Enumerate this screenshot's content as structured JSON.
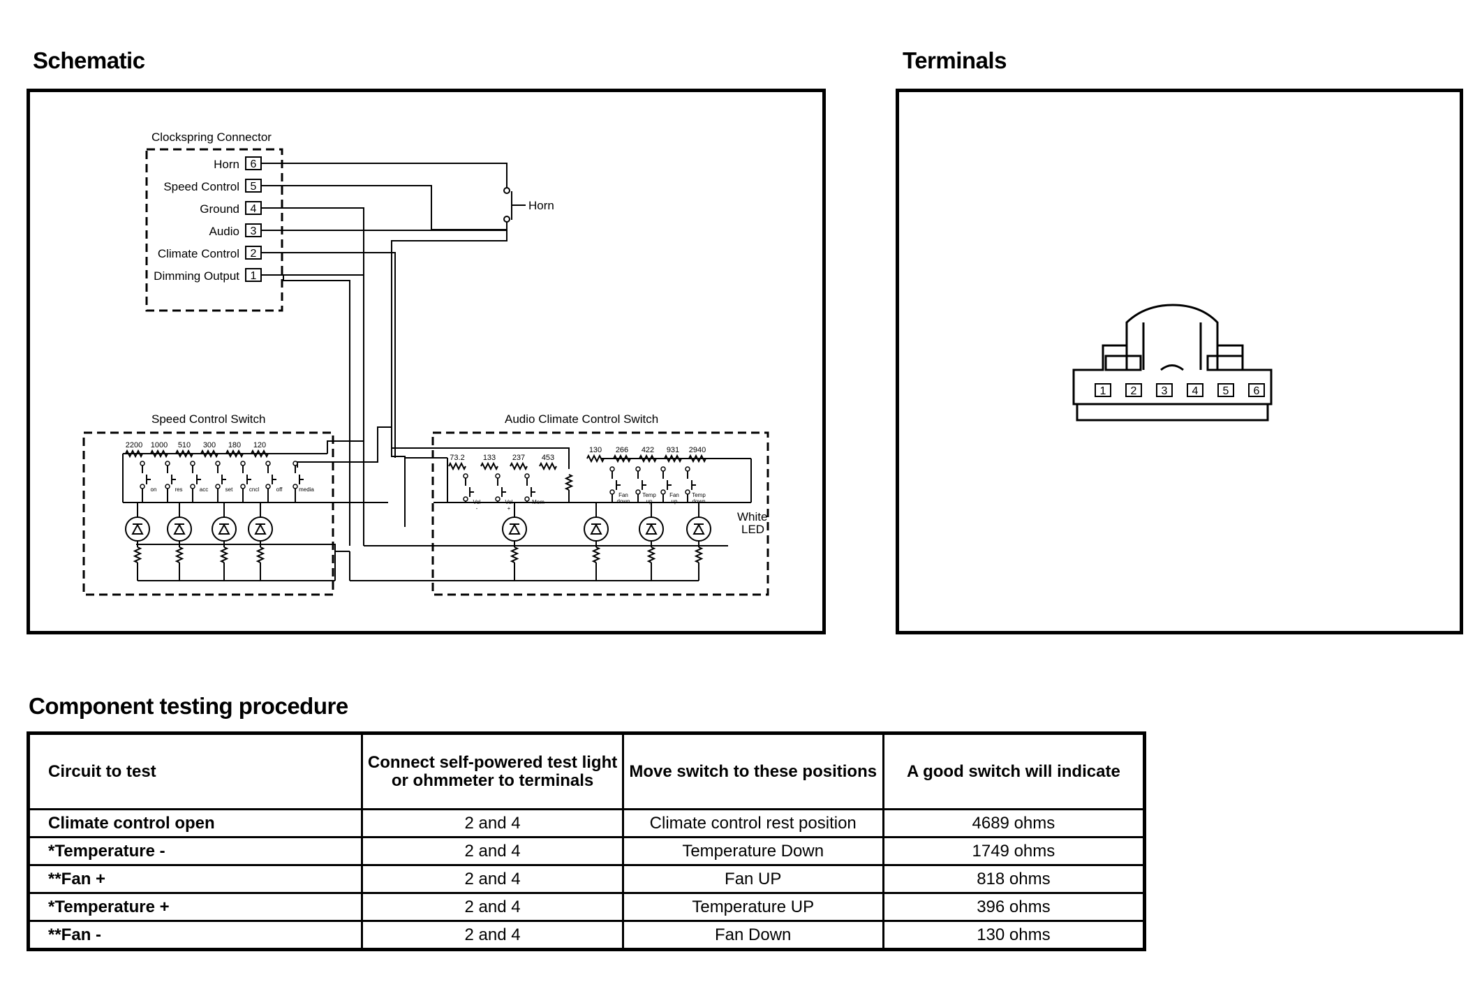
{
  "headings": {
    "schematic": "Schematic",
    "terminals": "Terminals",
    "procedure": "Component testing procedure"
  },
  "schematic": {
    "clockspring_title": "Clockspring Connector",
    "pins": [
      {
        "label": "Horn",
        "number": "6"
      },
      {
        "label": "Speed Control",
        "number": "5"
      },
      {
        "label": "Ground",
        "number": "4"
      },
      {
        "label": "Audio",
        "number": "3"
      },
      {
        "label": "Climate Control",
        "number": "2"
      },
      {
        "label": "Dimming Output",
        "number": "1"
      }
    ],
    "horn_label": "Horn",
    "speed_switch_title": "Speed Control Switch",
    "speed_resistors": [
      "2200",
      "1000",
      "510",
      "300",
      "180",
      "120"
    ],
    "speed_buttons": [
      "on",
      "res",
      "acc",
      "set",
      "cncl",
      "off",
      "media"
    ],
    "audio_switch_title": "Audio Climate Control Switch",
    "audio_resistors": [
      "73.2",
      "133",
      "237",
      "453"
    ],
    "audio_buttons": [
      "Vol -",
      "Vol +",
      "Mem"
    ],
    "climate_resistors": [
      "130",
      "266",
      "422",
      "931",
      "2940"
    ],
    "climate_buttons": [
      "Fan down",
      "Temp up",
      "Fan up",
      "Temp down"
    ],
    "led_label_line1": "White",
    "led_label_line2": "LED"
  },
  "terminals": {
    "pins": [
      "1",
      "2",
      "3",
      "4",
      "5",
      "6"
    ]
  },
  "procedure_table": {
    "headers": [
      "Circuit to test",
      "Connect self-powered test light or ohmmeter to terminals",
      "Move switch to these positions",
      "A good switch will indicate"
    ],
    "rows": [
      [
        "Climate control open",
        "2 and 4",
        "Climate control rest position",
        "4689 ohms"
      ],
      [
        "*Temperature -",
        "2 and 4",
        "Temperature Down",
        "1749 ohms"
      ],
      [
        "**Fan +",
        "2 and 4",
        "Fan UP",
        "818 ohms"
      ],
      [
        "*Temperature +",
        "2 and 4",
        "Temperature UP",
        "396 ohms"
      ],
      [
        "**Fan -",
        "2 and 4",
        "Fan Down",
        "130 ohms"
      ]
    ]
  }
}
